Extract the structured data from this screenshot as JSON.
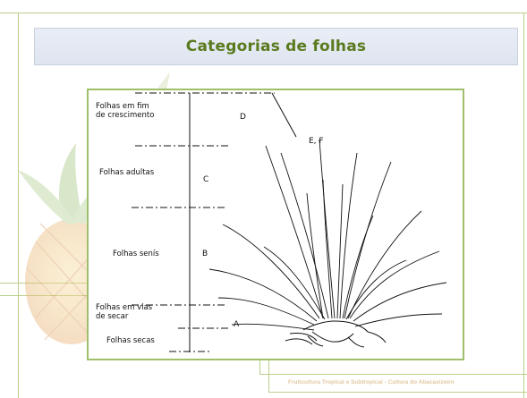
{
  "slide": {
    "title": "Categorias de folhas",
    "footer": "Fruticultura Tropical e Subtropical - Cultura do Abacaxizeiro"
  },
  "figure": {
    "categories": [
      {
        "id": "fim-crescimento",
        "label": "Folhas em fim\nde crescimento"
      },
      {
        "id": "adultas",
        "label": "Folhas adultas"
      },
      {
        "id": "senis",
        "label": "Folhas senís"
      },
      {
        "id": "vias-secar",
        "label": "Folhas em vias\nde secar"
      },
      {
        "id": "secas",
        "label": "Folhas secas"
      }
    ],
    "letters": [
      "D",
      "E, F",
      "C",
      "B",
      "A"
    ]
  },
  "icons": {
    "decor": "pineapple-watermark-icon",
    "plant": "pineapple-plant-drawing-icon"
  },
  "colors": {
    "title": "#5a7a1e",
    "frame": "#9fbf6a",
    "footer": "#e3c9a2"
  }
}
